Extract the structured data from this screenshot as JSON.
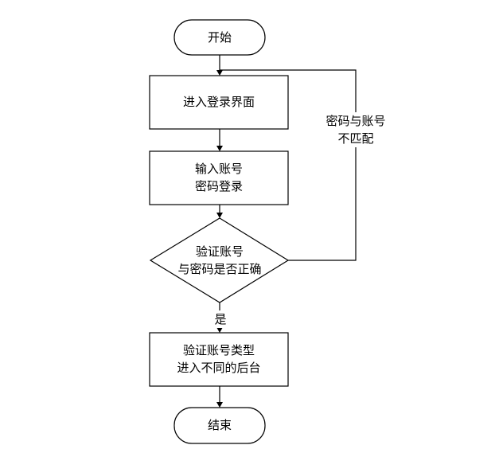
{
  "flowchart": {
    "nodes": {
      "start": {
        "shape": "terminal",
        "label": "开始"
      },
      "login_screen": {
        "shape": "process",
        "label": "进入登录界面"
      },
      "enter_credentials": {
        "shape": "process",
        "lines": [
          "输入账号",
          "密码登录"
        ]
      },
      "verify": {
        "shape": "decision",
        "lines": [
          "验证账号",
          "与密码是否正确"
        ]
      },
      "route": {
        "shape": "process",
        "lines": [
          "验证账号类型",
          "进入不同的后台"
        ]
      },
      "end": {
        "shape": "terminal",
        "label": "结束"
      }
    },
    "edges": {
      "yes_label": "是",
      "mismatch_label_lines": [
        "密码与账号",
        "不匹配"
      ]
    },
    "colors": {
      "stroke": "#000000",
      "fill": "#ffffff",
      "text": "#000000"
    }
  }
}
